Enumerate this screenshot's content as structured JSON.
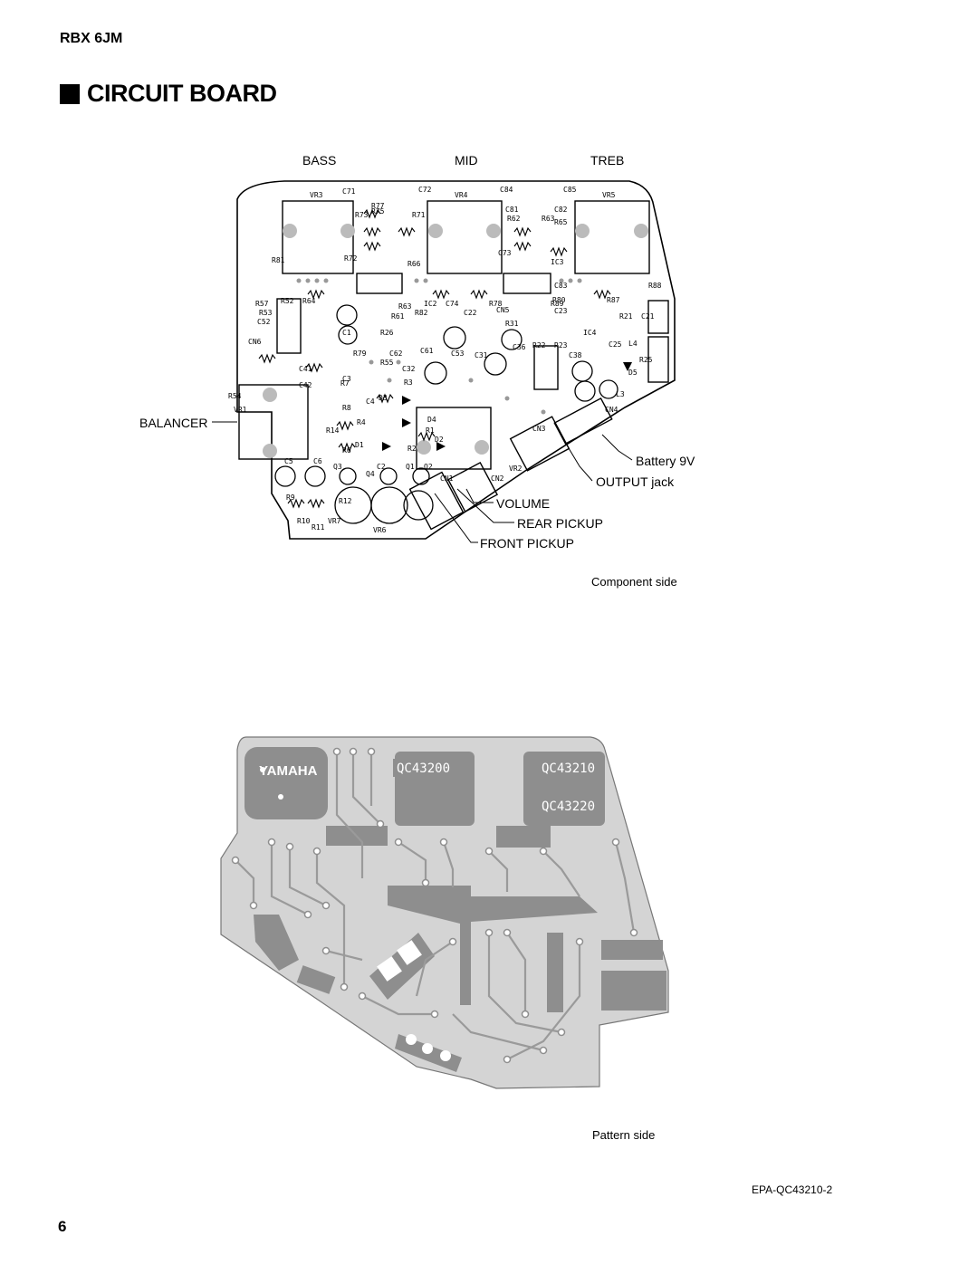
{
  "header": {
    "model": "RBX 6JM",
    "title": "CIRCUIT BOARD"
  },
  "component_side": {
    "labels": {
      "bass": "BASS",
      "mid": "MID",
      "treb": "TREB",
      "balancer": "BALANCER",
      "battery": "Battery 9V",
      "output_jack": "OUTPUT jack",
      "volume": "VOLUME",
      "rear_pickup": "REAR PICKUP",
      "front_pickup": "FRONT PICKUP"
    },
    "caption": "Component side",
    "refs": [
      "VR3",
      "VR4",
      "VR5",
      "C71",
      "C72",
      "C84",
      "C85",
      "R73",
      "R71",
      "R77",
      "R75",
      "C81",
      "C82",
      "R62",
      "R63",
      "R65",
      "R66",
      "R72",
      "C73",
      "C83",
      "IC3",
      "R81",
      "R57",
      "R52",
      "R64",
      "R63",
      "IC2",
      "C74",
      "R78",
      "R80",
      "R87",
      "R88",
      "R89",
      "C23",
      "R21",
      "C21",
      "CN5",
      "C22",
      "R31",
      "R23",
      "R22",
      "IC4",
      "C25",
      "L4",
      "R25",
      "CN6",
      "C52",
      "R53",
      "C1",
      "R26",
      "R61",
      "R82",
      "R79",
      "C62",
      "C61",
      "C32",
      "C53",
      "C31",
      "C36",
      "C38",
      "D5",
      "C41",
      "C42",
      "C3",
      "R3",
      "R55",
      "L3",
      "CN4",
      "VR1",
      "R54",
      "R7",
      "D3",
      "C4",
      "R8",
      "R4",
      "D4",
      "R14",
      "R1",
      "R6",
      "D1",
      "R2",
      "D2",
      "CN3",
      "VR2",
      "C5",
      "C6",
      "Q3",
      "C2",
      "Q1",
      "Q2",
      "Q4",
      "CN1",
      "CN2",
      "R9",
      "R12",
      "R10",
      "R11",
      "VR7",
      "VR6"
    ]
  },
  "pattern_side": {
    "texts": [
      "YAMAHA",
      "QC43200",
      "QC43210",
      "QC43220"
    ],
    "caption": "Pattern side"
  },
  "footer": {
    "doc_number": "EPA-QC43210-2",
    "page_number": "6"
  }
}
